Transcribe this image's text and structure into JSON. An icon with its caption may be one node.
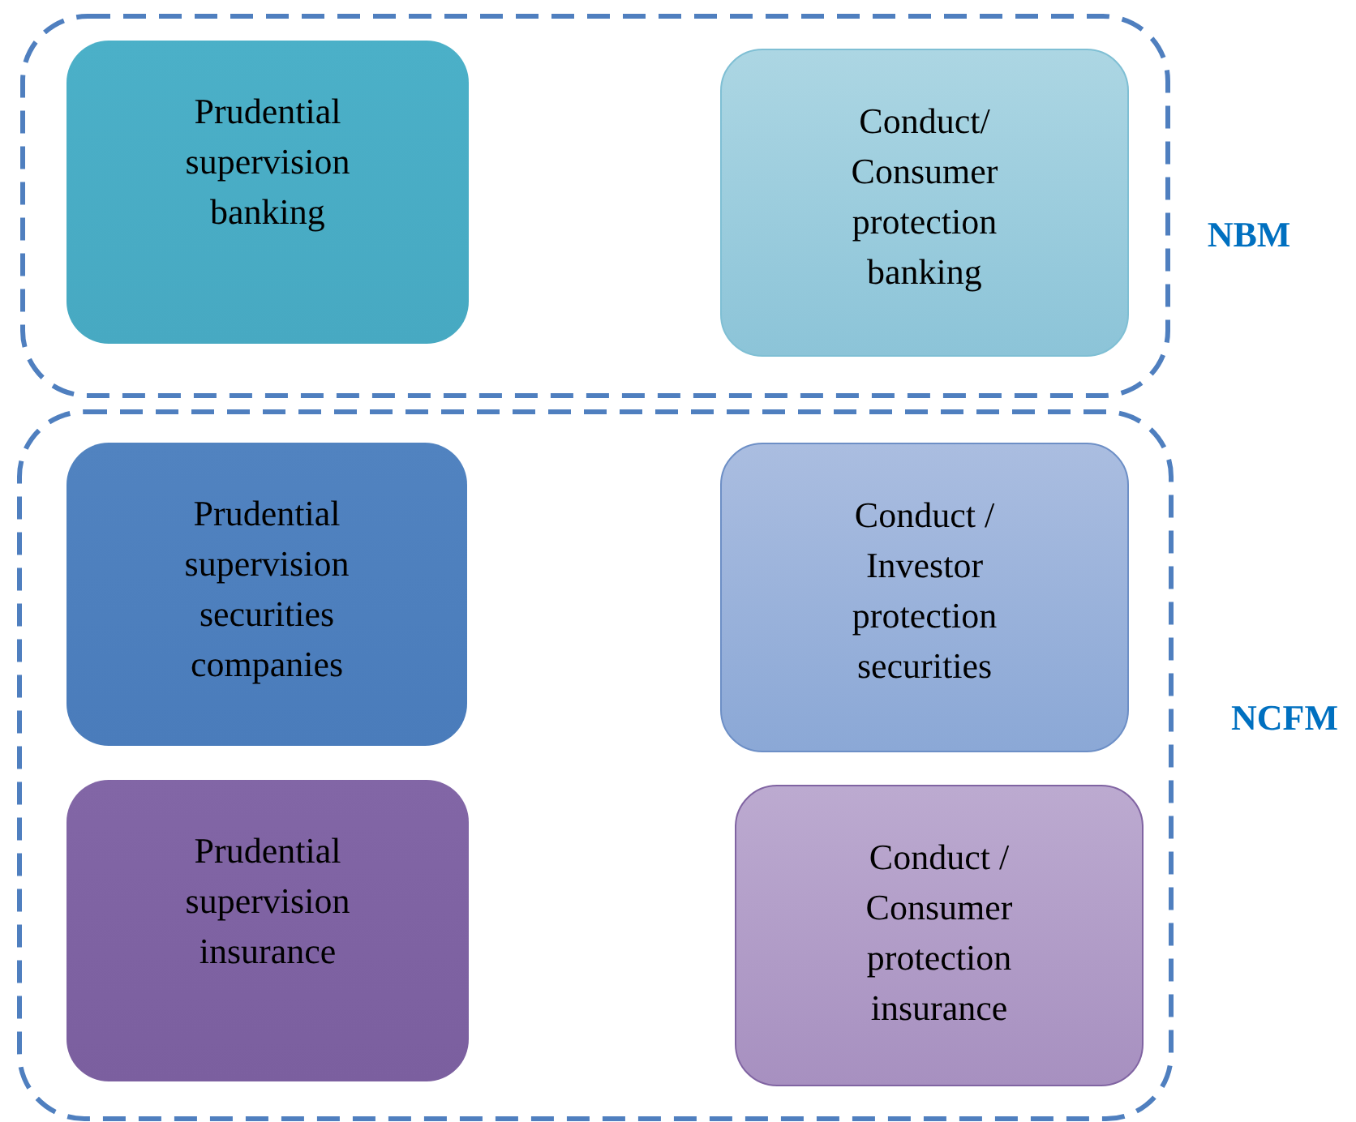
{
  "diagram": {
    "nodes": [
      {
        "text": [
          "NBM"
        ]
      },
      {
        "text": [
          "Prudential supervision banking"
        ],
        "in": 0
      },
      {
        "text": [
          "Conduct/ Consumer protection banking"
        ],
        "in": 0
      },
      {
        "text": [
          "NCFM"
        ]
      },
      {
        "text": [
          "Prudential supervision securities companies"
        ],
        "in": 3
      },
      {
        "text": [
          "Conduct / Investor protection securities"
        ],
        "in": 3
      },
      {
        "text": [
          "Prudential supervision insurance"
        ],
        "in": 3
      },
      {
        "text": [
          "Conduct / Consumer protection insurance"
        ],
        "in": 3
      }
    ]
  }
}
